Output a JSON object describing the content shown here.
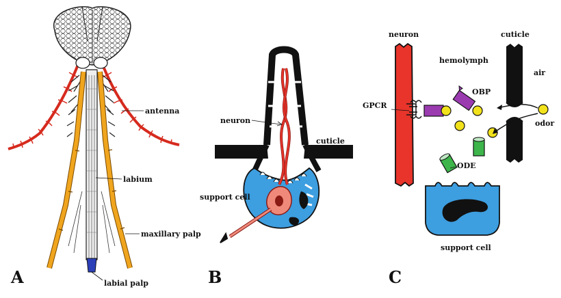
{
  "panels": {
    "a": {
      "letter": "A",
      "labels": {
        "antenna": "antenna",
        "labium": "labium",
        "maxillary_palp": "maxillary palp",
        "labial_palp": "labial palp"
      }
    },
    "b": {
      "letter": "B",
      "labels": {
        "neuron": "neuron",
        "cuticle": "cuticle",
        "support_cell": "support cell"
      }
    },
    "c": {
      "letter": "C",
      "labels": {
        "neuron": "neuron",
        "cuticle": "cuticle",
        "hemolymph": "hemolymph",
        "air": "air",
        "gpcr": "GPCR",
        "obp": "OBP",
        "odor": "odor",
        "ode": "ODE",
        "support_cell": "support cell"
      }
    }
  },
  "colors": {
    "antenna": "#d62a1e",
    "palp": "#f0a51e",
    "labial_palp": "#2b3fb8",
    "neuron": "#e8342a",
    "support_cell": "#3d9ee0",
    "cell_body": "#ef8a7a",
    "obp": "#9b3bb0",
    "odor": "#f2e21c",
    "ode": "#3db54a",
    "cuticle": "#111111"
  }
}
